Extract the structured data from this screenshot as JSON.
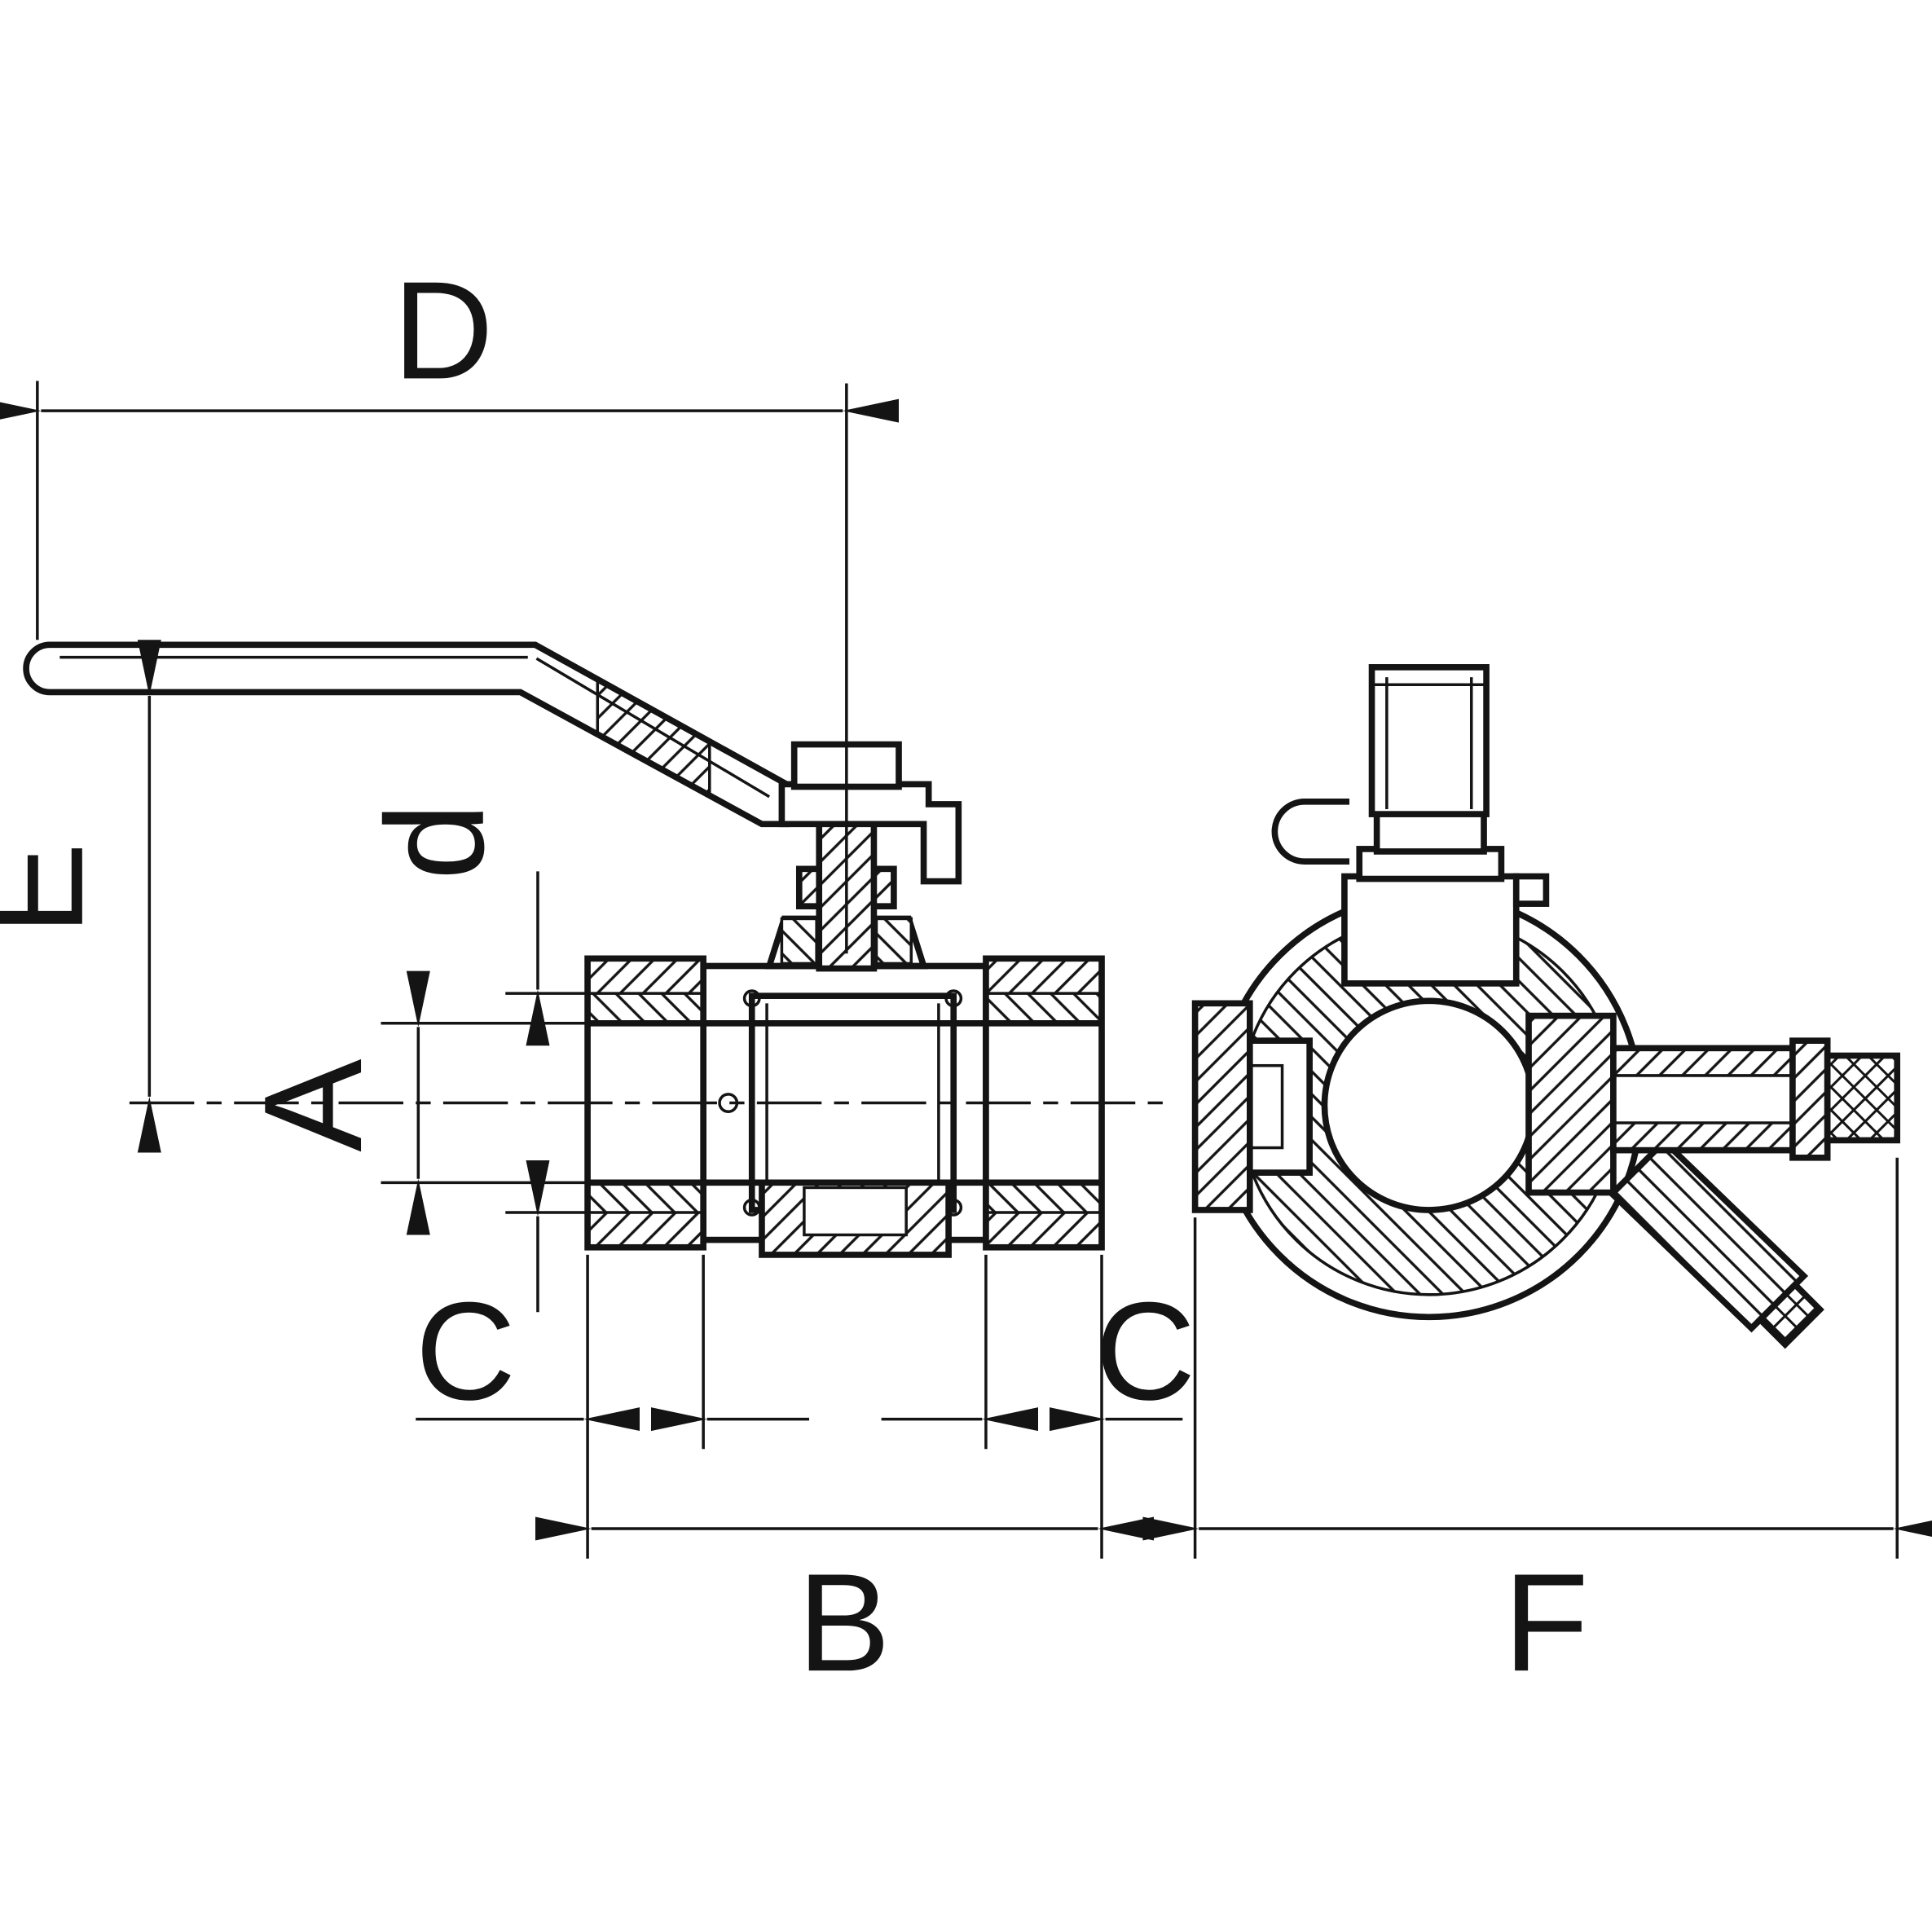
{
  "figure": {
    "type": "technical dimension drawing",
    "description": "Ball valve with lever handle and drain cock: side cross-section view and end view",
    "views": [
      "side-section-with-lever",
      "end-view-with-drain-cock"
    ]
  },
  "labels": {
    "D": "D",
    "E": "E",
    "d": "d",
    "A": "A",
    "C_left": "C",
    "C_right": "C",
    "B": "B",
    "F": "F"
  },
  "colors": {
    "line": "#141414",
    "background": "#ffffff"
  }
}
